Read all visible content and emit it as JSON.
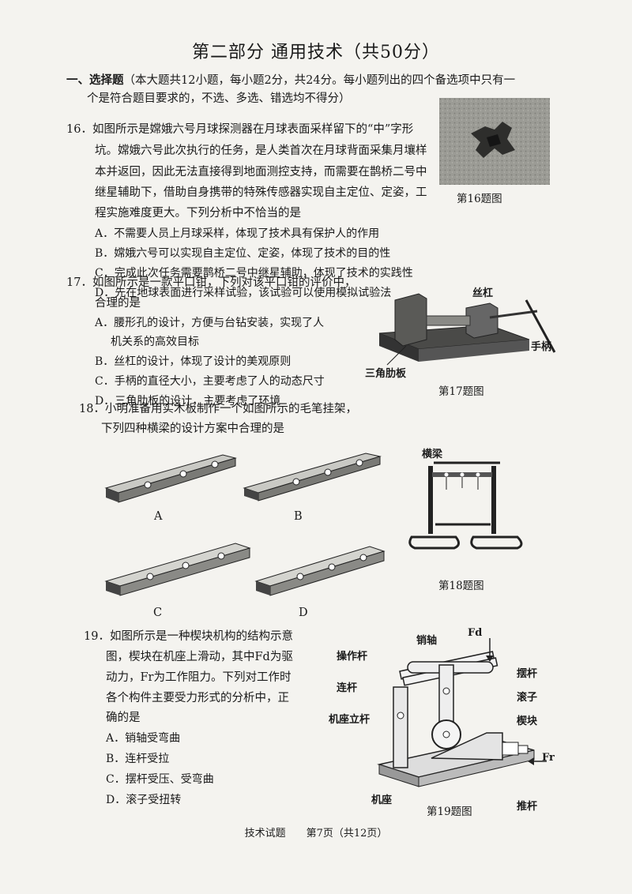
{
  "title": "第二部分 通用技术（共50分）",
  "section": {
    "heading": "一、选择题",
    "desc1": "（本大题共12小题，每小题2分，共24分。每小题列出的四个备选项中只有一",
    "desc2": "个是符合题目要求的，不选、多选、错选均不得分）"
  },
  "q16": {
    "lines": [
      "16．如图所示是嫦娥六号月球探测器在月球表面采样留下的“中”字形",
      "坑。嫦娥六号此次执行的任务，是人类首次在月球背面采集月壤样",
      "本并返回，因此无法直接得到地面测控支持，而需要在鹊桥二号中",
      "继星辅助下，借助自身携带的特殊传感器实现自主定位、定姿，工",
      "程实施难度更大。下列分析中不恰当的是"
    ],
    "options": [
      "A．不需要人员上月球采样，体现了技术具有保护人的作用",
      "B．嫦娥六号可以实现自主定位、定姿，体现了技术的目的性",
      "C．完成此次任务需要鹊桥二号中继星辅助，体现了技术的实践性",
      "D．先在地球表面进行采样试验，该试验可以使用模拟试验法"
    ],
    "caption": "第16题图"
  },
  "q17": {
    "lines": [
      "17．如图所示是一款平口钳，下列对该平口钳的评价中，",
      "合理的是"
    ],
    "options": [
      "A．腰形孔的设计，方便与台钻安装，实现了人",
      "机关系的高效目标",
      "B．丝杠的设计，体现了设计的美观原则",
      "C．手柄的直径大小，主要考虑了人的动态尺寸",
      "D．三角肋板的设计，主要考虑了环境"
    ],
    "labels": {
      "screw": "丝杠",
      "handle": "手柄",
      "rib": "三角肋板"
    },
    "caption": "第17题图"
  },
  "q18": {
    "lines": [
      "18．小明准备用实木板制作一个如图所示的毛笔挂架，",
      "下列四种横梁的设计方案中合理的是"
    ],
    "option_labels": [
      "A",
      "B",
      "C",
      "D"
    ],
    "beam_label": "横梁",
    "caption": "第18题图"
  },
  "q19": {
    "lines": [
      "19．如图所示是一种楔块机构的结构示意",
      "图，楔块在机座上滑动，其中Fd为驱",
      "动力，Fr为工作阻力。下列对工作时",
      "各个构件主要受力形式的分析中，正",
      "确的是"
    ],
    "options": [
      "A．销轴受弯曲",
      "B．连杆受拉",
      "C．摆杆受压、受弯曲",
      "D．滚子受扭转"
    ],
    "labels": {
      "pin": "销轴",
      "fd": "Fd",
      "lever": "操作杆",
      "swing": "摆杆",
      "link": "连杆",
      "roller": "滚子",
      "post": "机座立杆",
      "wedge": "楔块",
      "fr": "Fr",
      "base": "机座",
      "push": "推杆"
    },
    "caption": "第19题图"
  },
  "footer": "技术试题　　第7页（共12页）"
}
